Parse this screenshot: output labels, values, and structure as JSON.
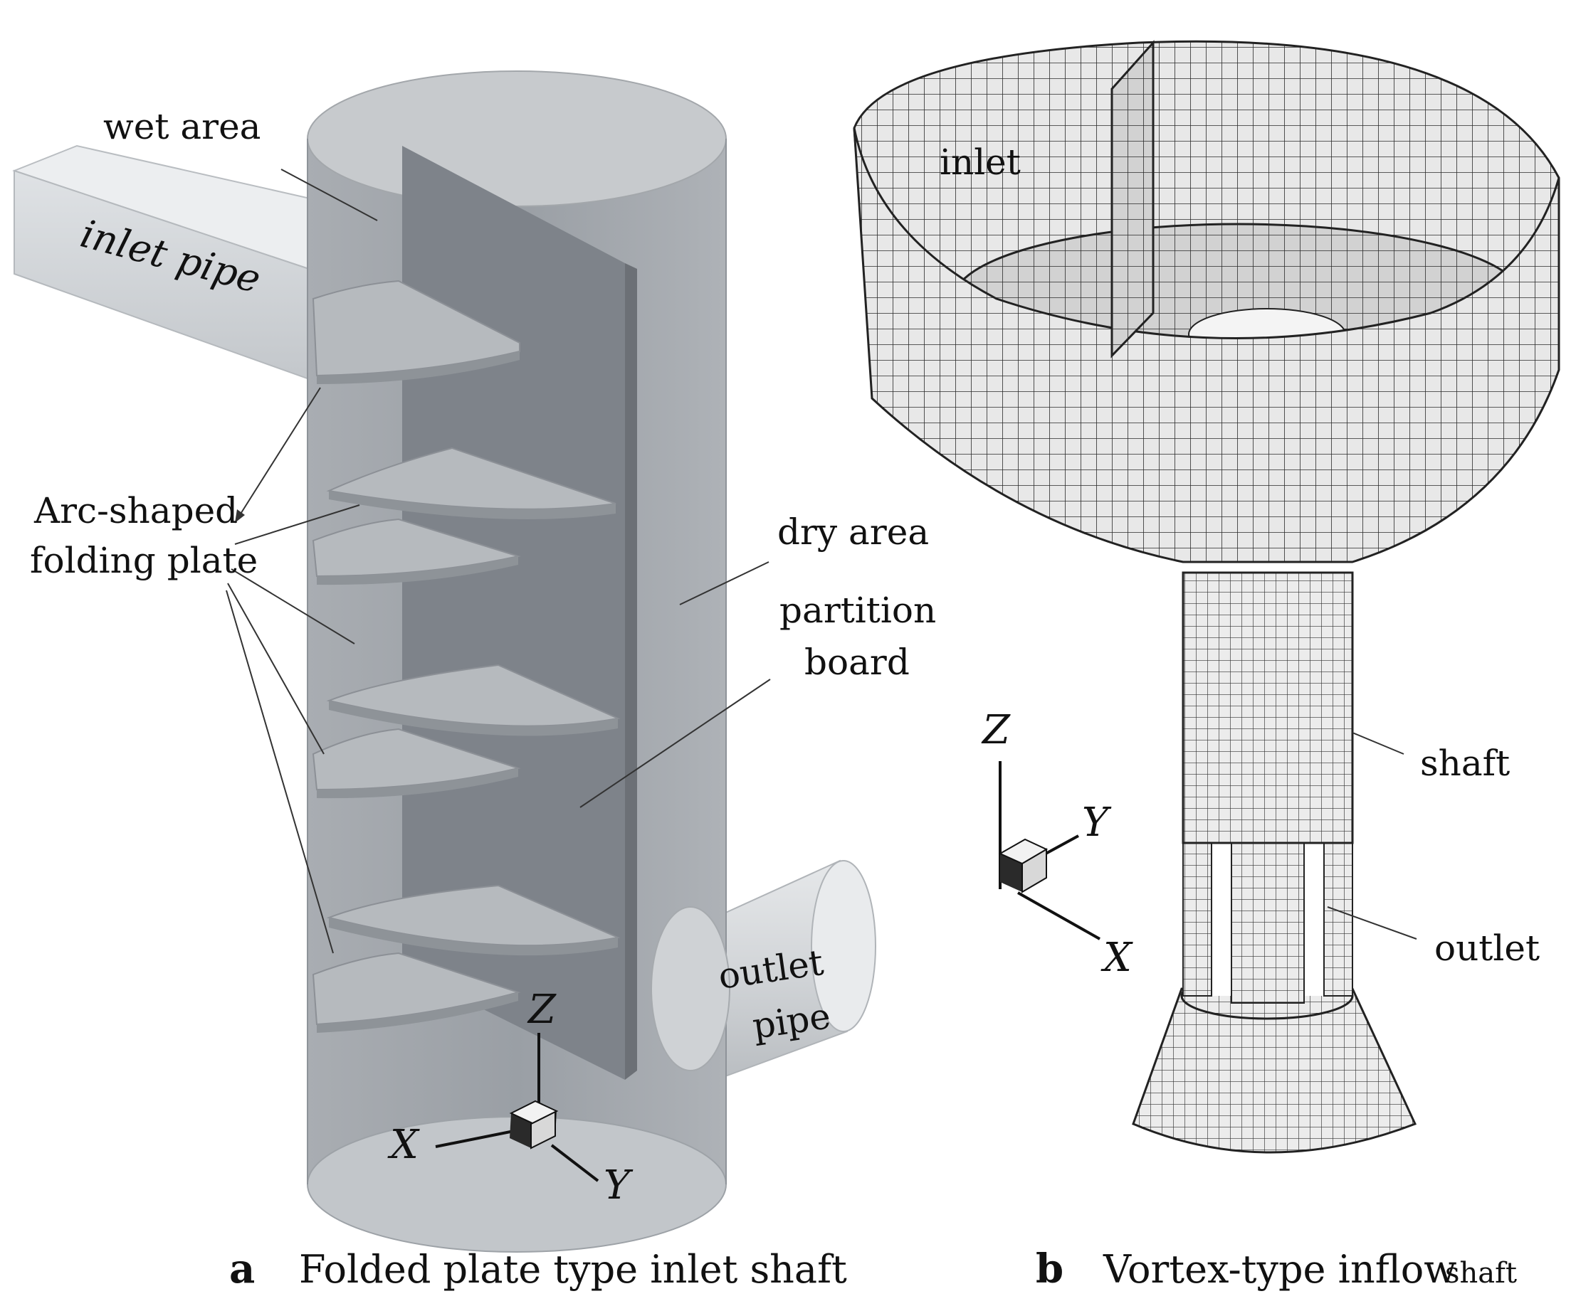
{
  "panel_a": {
    "labels": {
      "wet_area": "wet area",
      "inlet_pipe": "inlet pipe",
      "arc_plate_line1": "Arc-shaped",
      "arc_plate_line2": "folding plate",
      "dry_area": "dry area",
      "partition_line1": "partition",
      "partition_line2": "board",
      "outlet_line1": "outlet",
      "outlet_line2": "pipe"
    },
    "axes": {
      "x": "X",
      "y": "Y",
      "z": "Z"
    },
    "caption_letter": "a",
    "caption_text": "Folded plate type inlet shaft"
  },
  "panel_b": {
    "labels": {
      "inlet": "inlet",
      "shaft": "shaft",
      "outlet": "outlet"
    },
    "axes": {
      "x": "X",
      "y": "Y",
      "z": "Z"
    },
    "caption_letter": "b",
    "caption_text": "Vortex-type inflow",
    "caption_suffix": "shaft"
  },
  "colors": {
    "cylinder_fill": "#9ea3a9",
    "partition_fill": "#7c8188",
    "plate_fill": "#b3b7bc",
    "mesh_line": "#2a2a2a",
    "mesh_fill": "#e6e6e6"
  }
}
